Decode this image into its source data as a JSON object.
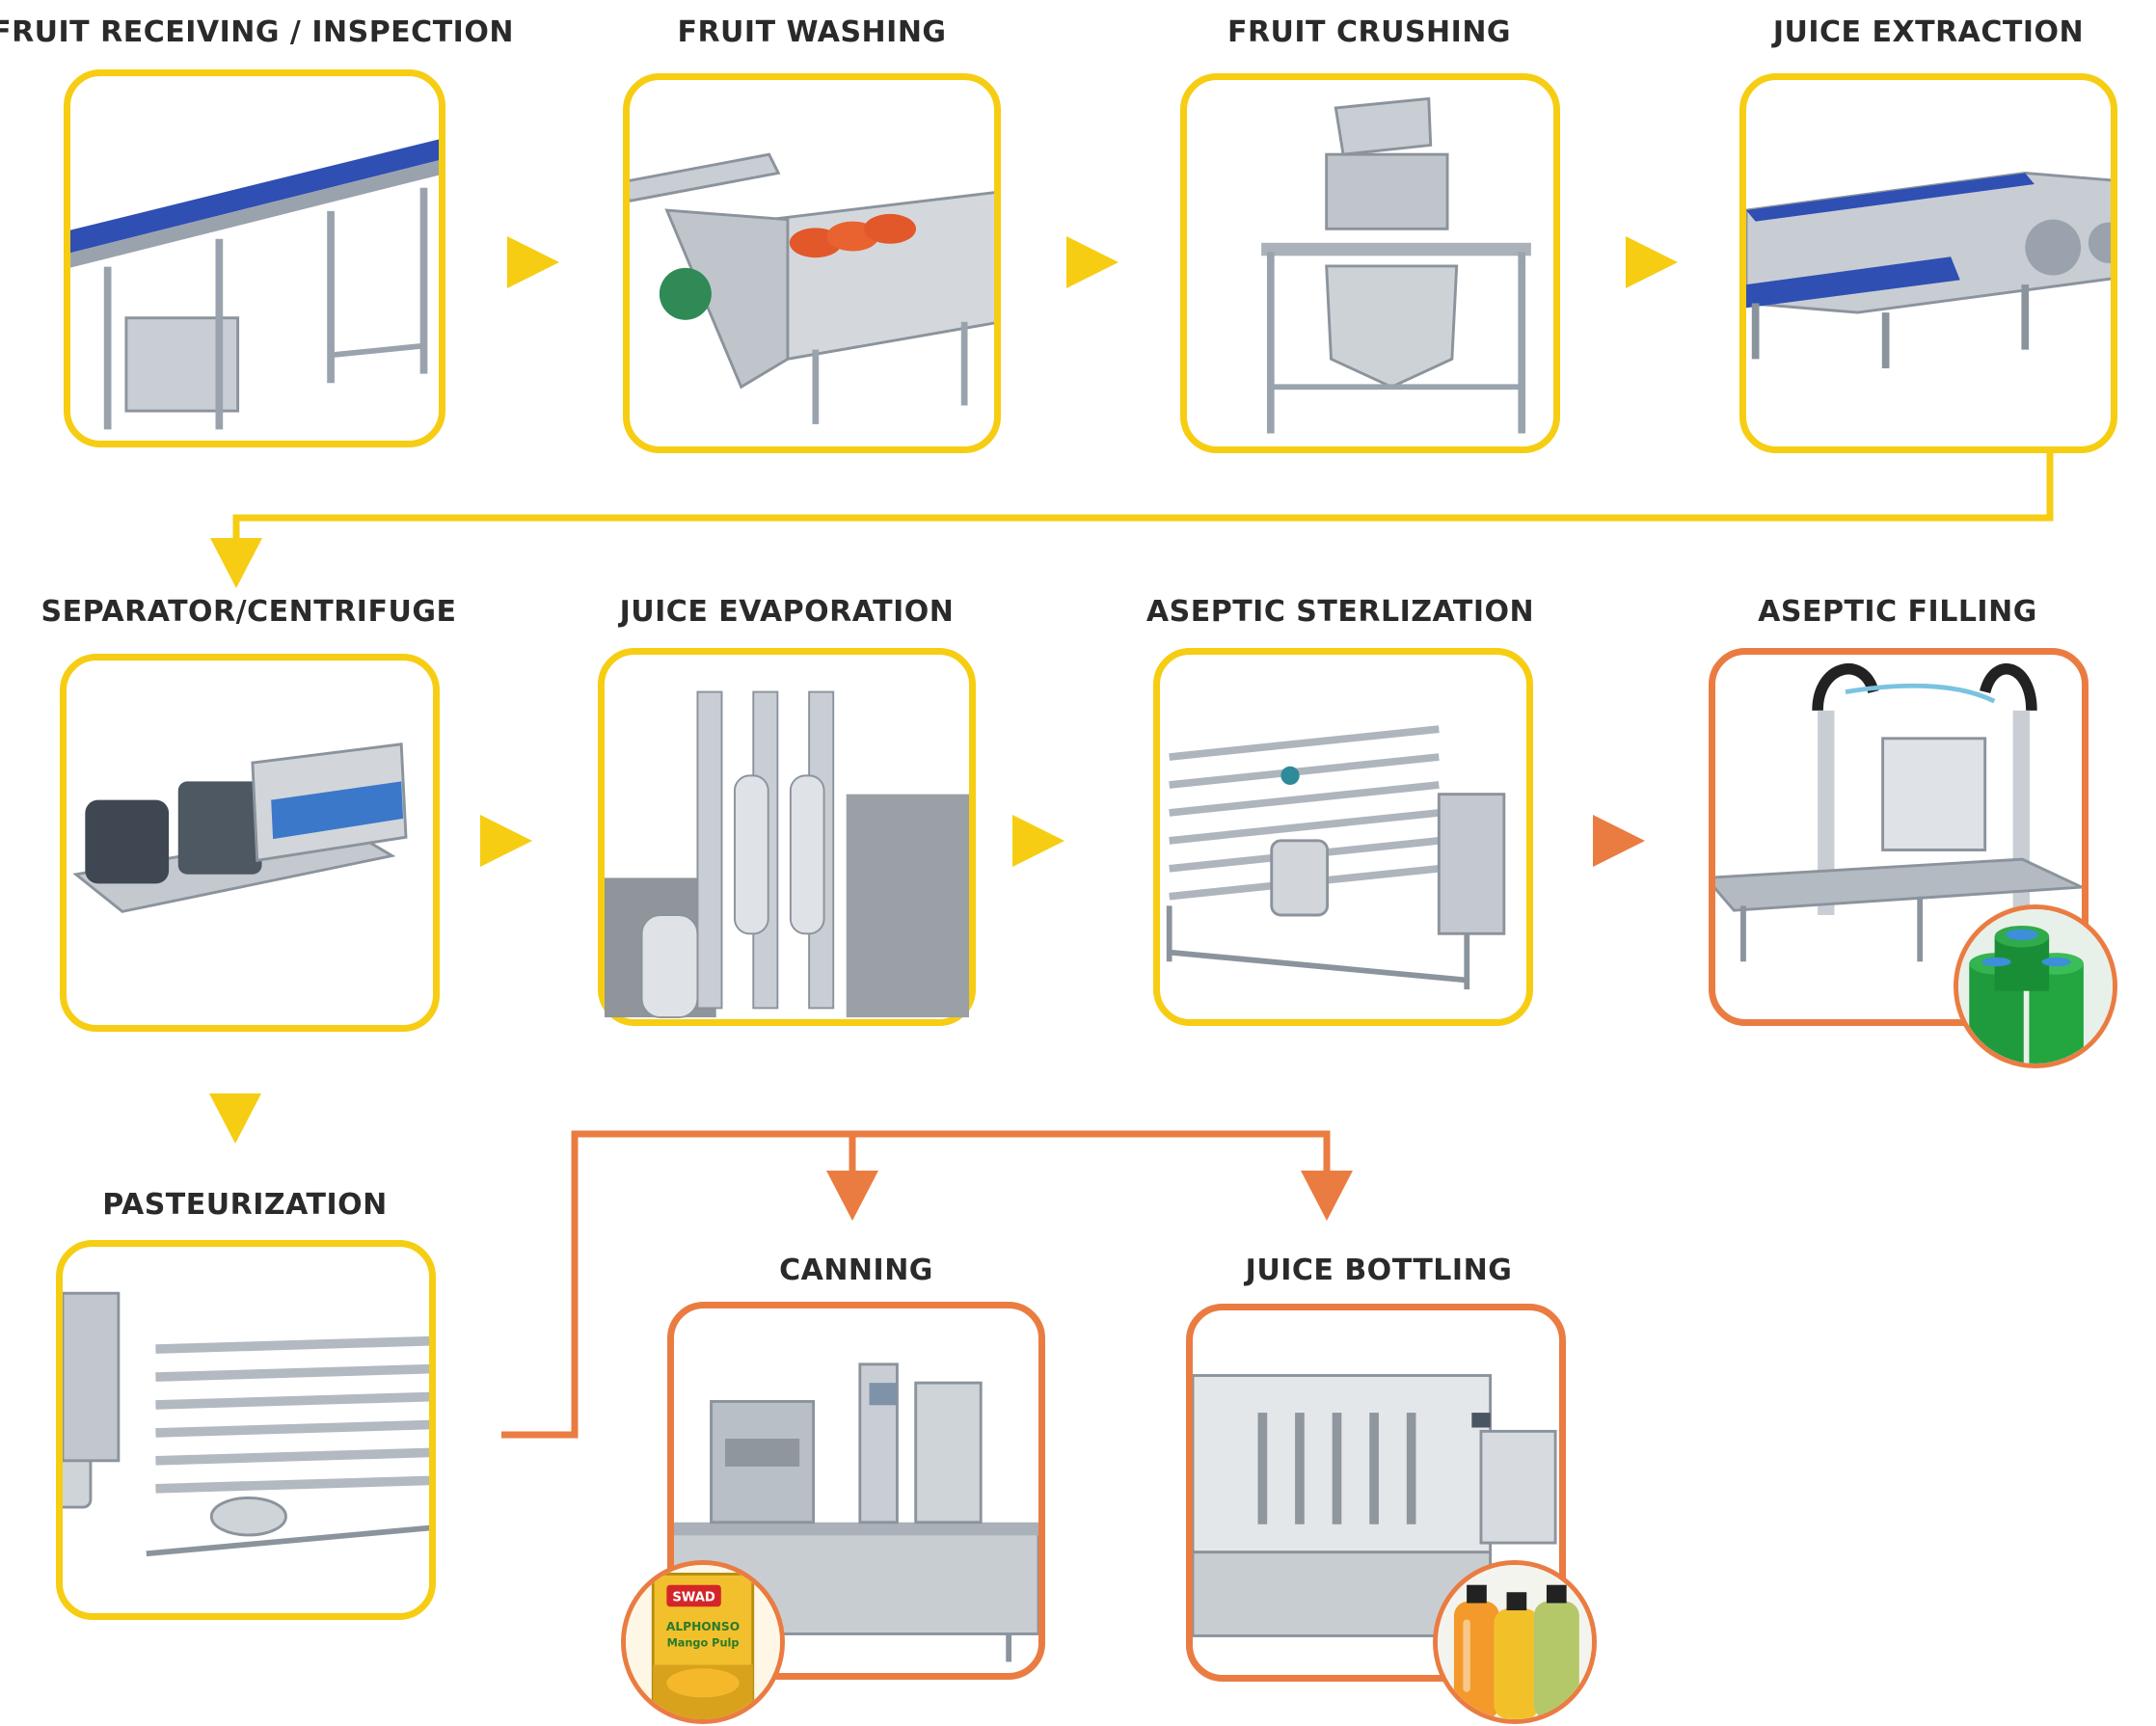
{
  "colors": {
    "yellow": "#f6cd12",
    "orange": "#ea7c42",
    "steel": "#b9bfc6",
    "belt": "#2f4fb3",
    "text": "#2a2a2a"
  },
  "steps": [
    {
      "id": "receiving",
      "label": "FRUIT RECEIVING / INSPECTION",
      "border": "yellow",
      "icon": "conveyor-icon"
    },
    {
      "id": "washing",
      "label": "FRUIT WASHING",
      "border": "yellow",
      "icon": "washer-icon"
    },
    {
      "id": "crushing",
      "label": "FRUIT CRUSHING",
      "border": "yellow",
      "icon": "crusher-icon"
    },
    {
      "id": "extraction",
      "label": "JUICE EXTRACTION",
      "border": "yellow",
      "icon": "belt-press-icon"
    },
    {
      "id": "separator",
      "label": "SEPARATOR/CENTRIFUGE",
      "border": "yellow",
      "icon": "centrifuge-icon"
    },
    {
      "id": "evaporation",
      "label": "JUICE EVAPORATION",
      "border": "yellow",
      "icon": "evaporator-icon"
    },
    {
      "id": "sterilization",
      "label": "ASEPTIC STERLIZATION",
      "border": "yellow",
      "icon": "sterilizer-icon"
    },
    {
      "id": "filling",
      "label": "ASEPTIC FILLING",
      "border": "orange",
      "icon": "filler-icon"
    },
    {
      "id": "pasteurization",
      "label": "PASTEURIZATION",
      "border": "yellow",
      "icon": "pasteurizer-icon"
    },
    {
      "id": "canning",
      "label": "CANNING",
      "border": "orange",
      "icon": "canning-machine-icon"
    },
    {
      "id": "bottling",
      "label": "JUICE BOTTLING",
      "border": "orange",
      "icon": "bottling-machine-icon"
    }
  ],
  "products": {
    "filling": {
      "icon": "drums-icon"
    },
    "canning": {
      "icon": "can-icon",
      "brand": "SWAD",
      "line1": "ALPHONSO",
      "line2": "Mango Pulp"
    },
    "bottling": {
      "icon": "juice-bottles-icon"
    }
  },
  "links": [
    {
      "from": "receiving",
      "to": "washing",
      "color": "yellow"
    },
    {
      "from": "washing",
      "to": "crushing",
      "color": "yellow"
    },
    {
      "from": "crushing",
      "to": "extraction",
      "color": "yellow"
    },
    {
      "from": "extraction",
      "to": "separator",
      "color": "yellow"
    },
    {
      "from": "separator",
      "to": "evaporation",
      "color": "yellow"
    },
    {
      "from": "evaporation",
      "to": "sterilization",
      "color": "yellow"
    },
    {
      "from": "sterilization",
      "to": "filling",
      "color": "orange"
    },
    {
      "from": "separator",
      "to": "pasteurization",
      "color": "yellow"
    },
    {
      "from": "pasteurization",
      "to": "canning",
      "color": "orange"
    },
    {
      "from": "pasteurization",
      "to": "bottling",
      "color": "orange"
    }
  ]
}
